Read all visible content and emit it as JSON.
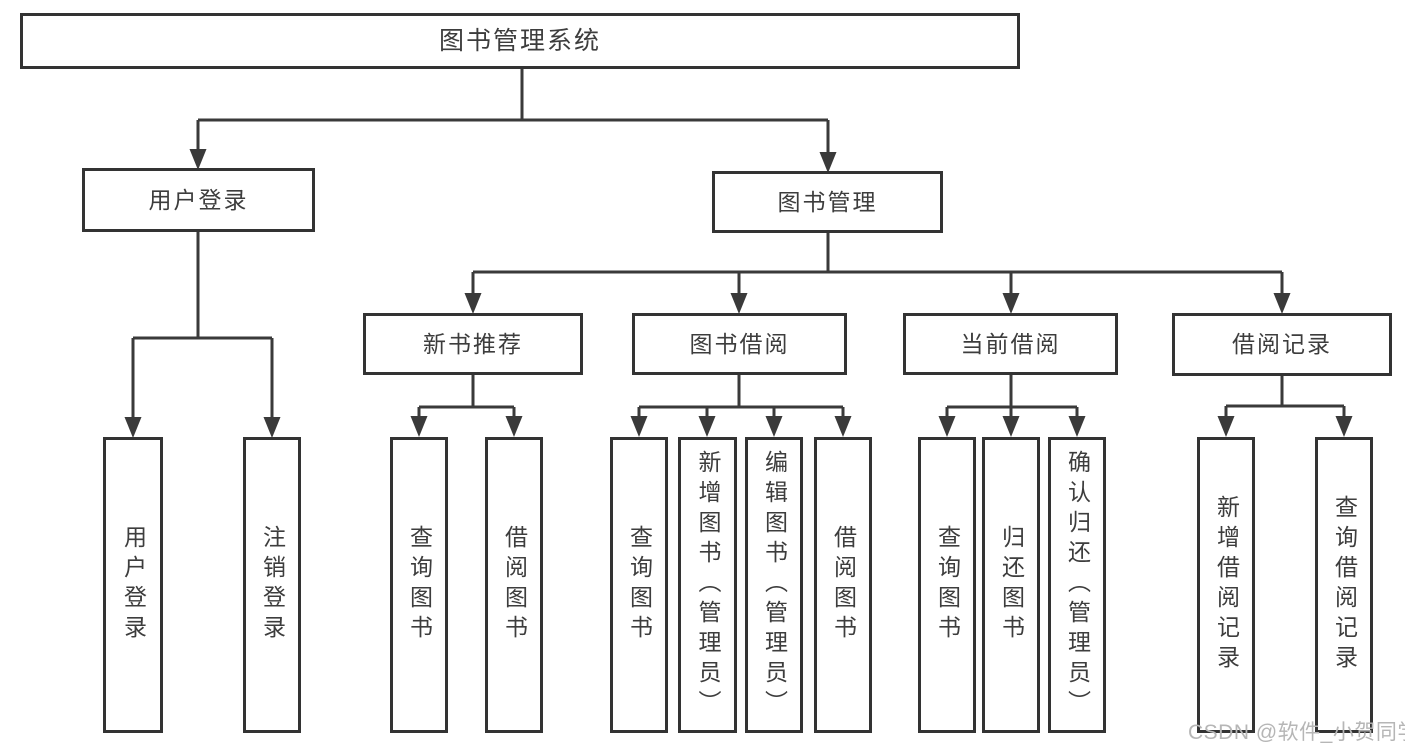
{
  "diagram": {
    "root": {
      "label": "图书管理系统"
    },
    "user_login": {
      "label": "用户登录",
      "children": {
        "login": "用户登录",
        "logout": "注销登录"
      }
    },
    "book_mgmt": {
      "label": "图书管理",
      "modules": {
        "new_book": {
          "label": "新书推荐",
          "children": {
            "query": "查询图书",
            "borrow": "借阅图书"
          }
        },
        "borrowing": {
          "label": "图书借阅",
          "children": {
            "query": "查询图书",
            "add": "新增图书（管理员）",
            "edit": "编辑图书（管理员）",
            "borrow": "借阅图书"
          }
        },
        "current": {
          "label": "当前借阅",
          "children": {
            "query": "查询图书",
            "return": "归还图书",
            "confirm": "确认归还（管理员）"
          }
        },
        "records": {
          "label": "借阅记录",
          "children": {
            "add": "新增借阅记录",
            "query": "查询借阅记录"
          }
        }
      }
    },
    "colors": {
      "line": "#3a3a3a",
      "box_border": "#333333",
      "text": "#3d3d3d",
      "watermark": "#b6b6b6",
      "background": "#ffffff"
    }
  },
  "watermark": {
    "text": "CSDN @软件_小贺同学"
  }
}
